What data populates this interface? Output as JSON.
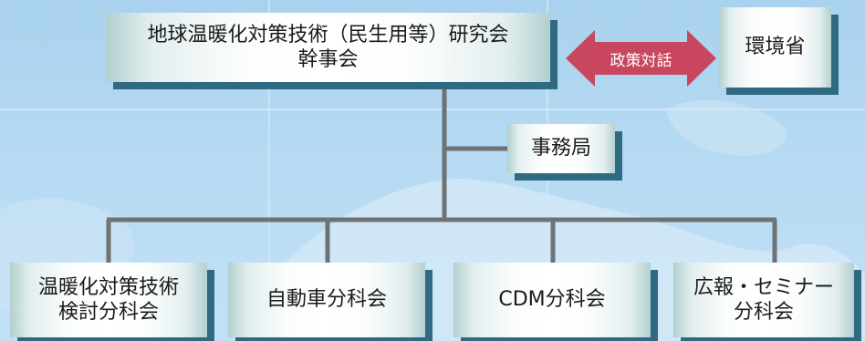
{
  "top_box": {
    "line1": "地球温暖化対策技術（民生用等）研究会",
    "line2": "幹事会"
  },
  "ministry_box": {
    "label": "環境省"
  },
  "policy_arrow": {
    "label": "政策対話",
    "color": "#c8475e"
  },
  "secretariat_box": {
    "label": "事務局"
  },
  "subcommittees": [
    {
      "line1": "温暖化対策技術",
      "line2": "検討分科会"
    },
    {
      "line1": "自動車分科会",
      "line2": ""
    },
    {
      "line1": "CDM分科会",
      "line2": ""
    },
    {
      "line1": "広報・セミナー",
      "line2": "分科会"
    }
  ],
  "colors": {
    "connector": "#6e7272",
    "box_shadow": "#2f6a82"
  }
}
